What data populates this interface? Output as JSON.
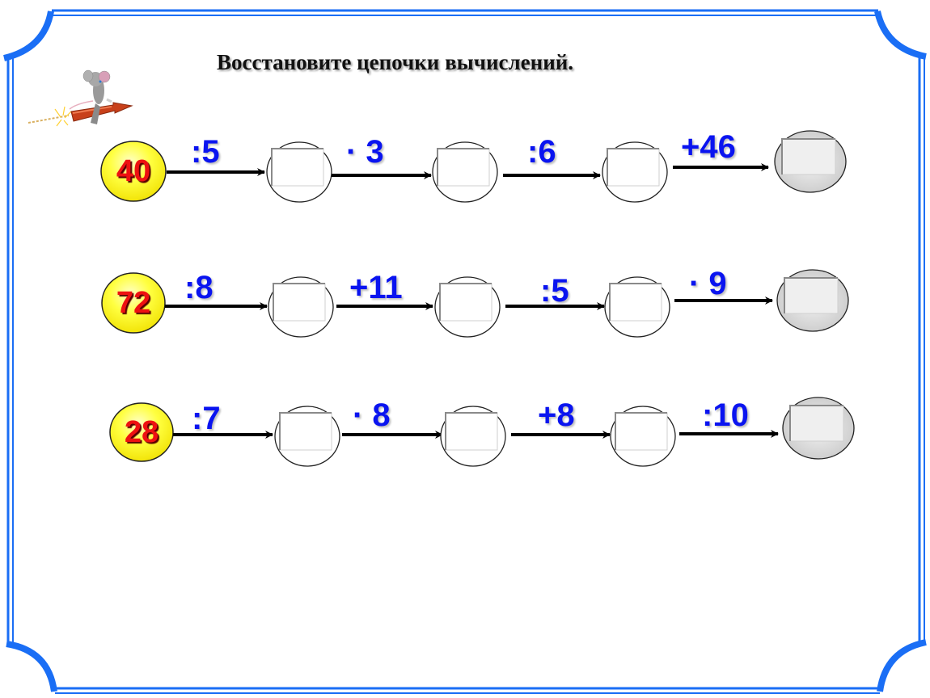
{
  "title": "Восстановите цепочки вычислений.",
  "colors": {
    "frame": "#1a6ef5",
    "operation_text": "#0a14f0",
    "start_number_text": "#ee1111",
    "start_circle_fill": "#ffff33",
    "final_circle_fill": "#d8d8d8",
    "arrow": "#000000"
  },
  "decoration": {
    "icon": "mouse-riding-rocket-icon"
  },
  "chains": [
    {
      "start": "40",
      "steps": [
        {
          "operation": ":5"
        },
        {
          "operation": "· 3"
        },
        {
          "operation": ":6"
        },
        {
          "operation": "+46"
        }
      ]
    },
    {
      "start": "72",
      "steps": [
        {
          "operation": ":8"
        },
        {
          "operation": "+11"
        },
        {
          "operation": ":5"
        },
        {
          "operation": "· 9"
        }
      ]
    },
    {
      "start": "28",
      "steps": [
        {
          "operation": ":7"
        },
        {
          "operation": "· 8"
        },
        {
          "operation": "+8"
        },
        {
          "operation": ":10"
        }
      ]
    }
  ]
}
